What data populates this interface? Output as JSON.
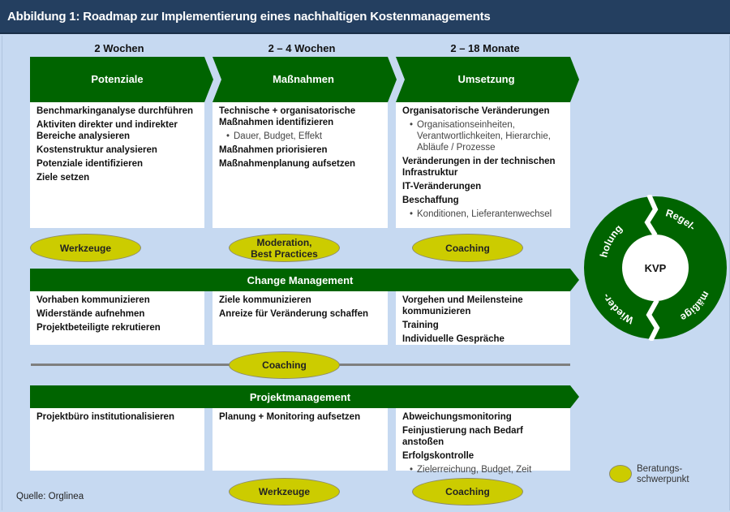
{
  "title": "Abbildung 1: Roadmap zur Implementierung eines nachhaltigen Kostenmanagements",
  "phases": [
    {
      "duration": "2 Wochen",
      "name": "Potenziale",
      "items": [
        {
          "text": "Benchmarkinganalyse durchführen",
          "sub": []
        },
        {
          "text": "Aktiviten direkter und indirekter Bereiche analysieren",
          "sub": []
        },
        {
          "text": "Kostenstruktur analysieren",
          "sub": []
        },
        {
          "text": "Potenziale identifizieren",
          "sub": []
        },
        {
          "text": "Ziele setzen",
          "sub": []
        }
      ],
      "consulting_focus": "Werkzeuge"
    },
    {
      "duration": "2 – 4 Wochen",
      "name": "Maßnahmen",
      "items": [
        {
          "text": "Technische + organisatorische Maßnahmen identifizieren",
          "sub": [
            "Dauer, Budget, Effekt"
          ]
        },
        {
          "text": "Maßnahmen priorisieren",
          "sub": []
        },
        {
          "text": "Maßnahmenplanung aufsetzen",
          "sub": []
        }
      ],
      "consulting_focus_lines": [
        "Moderation,",
        "Best Practices"
      ]
    },
    {
      "duration": "2 – 18 Monate",
      "name": "Umsetzung",
      "items": [
        {
          "text": "Organisatorische Veränderungen",
          "sub": [
            "Organisationseinheiten, Verantwortlichkeiten, Hierarchie, Abläufe / Prozesse"
          ]
        },
        {
          "text": "Veränderungen in der technischen Infrastruktur",
          "sub": []
        },
        {
          "text": "IT-Veränderungen",
          "sub": []
        },
        {
          "text": "Beschaffung",
          "sub": [
            "Konditionen, Lieferantenwechsel"
          ]
        }
      ],
      "consulting_focus": "Coaching"
    }
  ],
  "change_management": {
    "label": "Change Management",
    "columns": [
      [
        "Vorhaben kommunizieren",
        "Widerstände aufnehmen",
        "Projektbeteiligte rekrutieren"
      ],
      [
        "Ziele kommunizieren",
        "Anreize für Veränderung schaffen"
      ],
      [
        "Vorgehen und Meilensteine kommunizieren",
        "Training",
        "Individuelle Gespräche"
      ]
    ],
    "consulting_focus": "Coaching"
  },
  "project_management": {
    "label": "Projektmanagement",
    "columns": [
      {
        "items": [
          {
            "text": "Projektbüro institutionalisieren",
            "sub": []
          }
        ]
      },
      {
        "items": [
          {
            "text": "Planung + Monitoring aufsetzen",
            "sub": []
          }
        ]
      },
      {
        "items": [
          {
            "text": "Abweichungsmonitoring",
            "sub": []
          },
          {
            "text": "Feinjustierung nach Bedarf anstoßen",
            "sub": []
          },
          {
            "text": "Erfolgskontrolle",
            "sub": [
              "Zielerreichung, Budget, Zeit"
            ]
          }
        ]
      }
    ],
    "consulting_focus": [
      "Werkzeuge",
      "Coaching"
    ]
  },
  "kvp": {
    "center": "KVP",
    "ring_words": [
      "Regel-",
      "mäßige",
      "Wieder-",
      "holung"
    ]
  },
  "legend": {
    "lines": [
      "Beratungs-",
      "schwerpunkt"
    ]
  },
  "source": "Quelle: Orglinea",
  "colors": {
    "title_bg": "#243f60",
    "background": "#c6d9f1",
    "green": "#006400",
    "focus_yellow": "#cccc00"
  }
}
